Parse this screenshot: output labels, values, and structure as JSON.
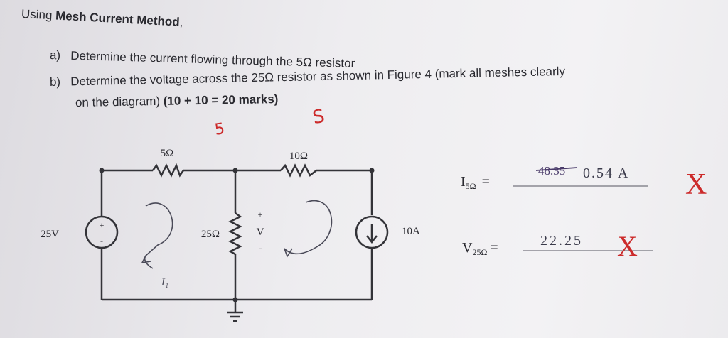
{
  "heading": {
    "prefix": "Using ",
    "bold": "Mesh Current Method",
    "suffix": ","
  },
  "questions": [
    {
      "letter": "a)",
      "text": "Determine the current flowing through the 5Ω resistor"
    },
    {
      "letter": "b)",
      "text": "Determine the voltage across the 25Ω resistor as shown in Figure 4 (mark all meshes clearly"
    },
    {
      "continuation": "on the diagram)",
      "marks": "(10 + 10 = 20 marks)"
    }
  ],
  "grading": {
    "score_mark": "5",
    "side_mark": "S",
    "x_mark": "X",
    "x_mark_2": "X"
  },
  "circuit": {
    "source_voltage": "25V",
    "source_plus": "+",
    "source_minus": "-",
    "r1": "5Ω",
    "r2": "10Ω",
    "r3": "25Ω",
    "v_plus": "+",
    "v_label": "V",
    "v_minus": "-",
    "current_source": "10A",
    "mesh_label": "I₁"
  },
  "answers": {
    "i_label": "I",
    "i_sub": "5Ω",
    "i_eq": "=",
    "i_crossed": "48.35",
    "i_value": "0.54 A",
    "v_label": "V",
    "v_sub": "25Ω",
    "v_eq": "=",
    "v_value": "22.25"
  },
  "colors": {
    "ink": "#2a2a30",
    "red_pen": "#cc2b2b",
    "wire": "#333338"
  }
}
